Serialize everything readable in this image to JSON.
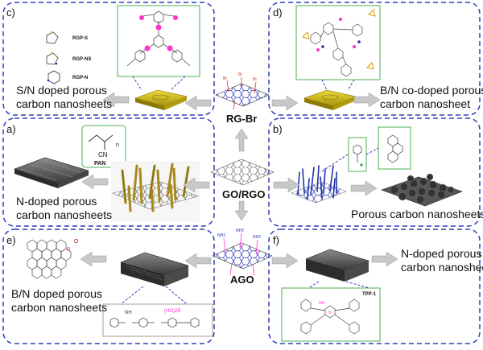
{
  "panels": {
    "c": {
      "letter": "c)",
      "caption_lines": [
        "S/N doped porous",
        "carbon nanosheets"
      ],
      "monomers": [
        "RGP-S",
        "RGP-NS",
        "RGP-N"
      ]
    },
    "d": {
      "letter": "d)",
      "caption_lines": [
        "B/N co-doped porous",
        "carbon nanosheet"
      ]
    },
    "a": {
      "letter": "a)",
      "caption_lines": [
        "N-doped porous",
        "carbon nanosheets"
      ],
      "polymer": "PAN",
      "group": "CN",
      "subscript": "n"
    },
    "b": {
      "letter": "b)",
      "caption_lines": [
        "Porous carbon nanosheets"
      ]
    },
    "e": {
      "letter": "e)",
      "caption_lines": [
        "B/N doped porous",
        "carbon nanosheets"
      ],
      "struct_labels": [
        "B",
        "O",
        "NH",
        "(HO)2B"
      ]
    },
    "f": {
      "letter": "f)",
      "caption_lines": [
        "N-doped porous",
        "carbon nanosheets"
      ],
      "polymer": "TPP-1",
      "struct_labels": [
        "NH",
        "N"
      ]
    }
  },
  "center": {
    "top": "RG-Br",
    "middle": "GO/RGO",
    "bottom": "AGO",
    "substituent_br": "Br",
    "substituent_nh2": "NH2"
  },
  "colors": {
    "dashed_border": "#2f3fbf",
    "arrow": "#c8c8c8",
    "gold": "#d8c21a",
    "green_frame": "#4caf50",
    "magenta": "#ff33cc",
    "blue": "#2233aa"
  }
}
